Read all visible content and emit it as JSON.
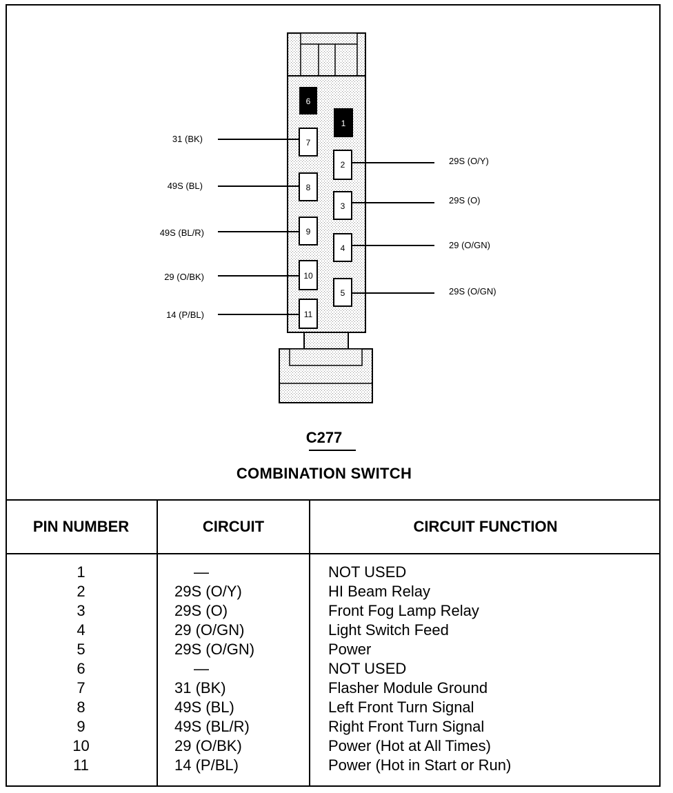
{
  "connector": {
    "id": "C277",
    "name": "COMBINATION SWITCH",
    "wire_labels_left": [
      "31 (BK)",
      "49S (BL)",
      "49S (BL/R)",
      "29 (O/BK)",
      "14 (P/BL)"
    ],
    "wire_labels_right": [
      "29S (O/Y)",
      "29S (O)",
      "29 (O/GN)",
      "29S (O/GN)"
    ],
    "cavities": [
      "1",
      "2",
      "3",
      "4",
      "5",
      "6",
      "7",
      "8",
      "9",
      "10",
      "11"
    ]
  },
  "table": {
    "headers": {
      "pin": "PIN NUMBER",
      "circuit": "CIRCUIT",
      "function": "CIRCUIT FUNCTION"
    },
    "rows": [
      {
        "pin": "1",
        "circuit": "—",
        "function": "NOT USED"
      },
      {
        "pin": "2",
        "circuit": "29S (O/Y)",
        "function": "HI Beam Relay"
      },
      {
        "pin": "3",
        "circuit": "29S (O)",
        "function": "Front Fog Lamp Relay"
      },
      {
        "pin": "4",
        "circuit": "29 (O/GN)",
        "function": "Light Switch Feed"
      },
      {
        "pin": "5",
        "circuit": "29S (O/GN)",
        "function": "Power"
      },
      {
        "pin": "6",
        "circuit": "—",
        "function": "NOT USED"
      },
      {
        "pin": "7",
        "circuit": "31 (BK)",
        "function": "Flasher Module Ground"
      },
      {
        "pin": "8",
        "circuit": "49S (BL)",
        "function": "Left Front Turn Signal"
      },
      {
        "pin": "9",
        "circuit": "49S (BL/R)",
        "function": "Right Front Turn Signal"
      },
      {
        "pin": "10",
        "circuit": "29 (O/BK)",
        "function": "Power (Hot at All Times)"
      },
      {
        "pin": "11",
        "circuit": "14 (P/BL)",
        "function": "Power (Hot in Start or Run)"
      }
    ]
  }
}
